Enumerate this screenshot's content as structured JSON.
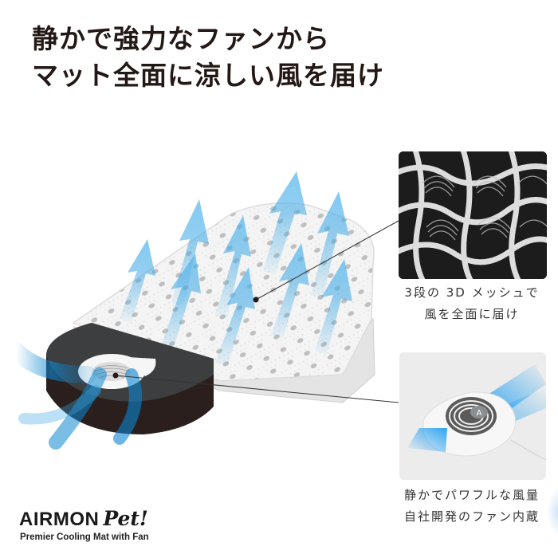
{
  "headline": {
    "line1": "静かで強力なファンから",
    "line2": "マット全面に涼しい風を届け"
  },
  "callouts": [
    {
      "id": "mesh",
      "caption_line1": "3段の 3D メッシュで",
      "caption_line2": "風を全面に届け",
      "image": "3d-mesh-closeup-photo"
    },
    {
      "id": "fan",
      "caption_line1": "静かでパワフルな風量",
      "caption_line2": "自社開発のファン内蔵",
      "image": "built-in-fan-photo",
      "fan_logo_letter": "A"
    }
  ],
  "brand": {
    "name": "AIRMON",
    "name_suffix": "Pet!",
    "tagline": "Premier Cooling Mat with Fan"
  },
  "colors": {
    "text_dark": "#231815",
    "airflow_blue": "#3fa9e6",
    "fan_base": "#2b2b2b",
    "mat_white": "#f2f2f2"
  }
}
